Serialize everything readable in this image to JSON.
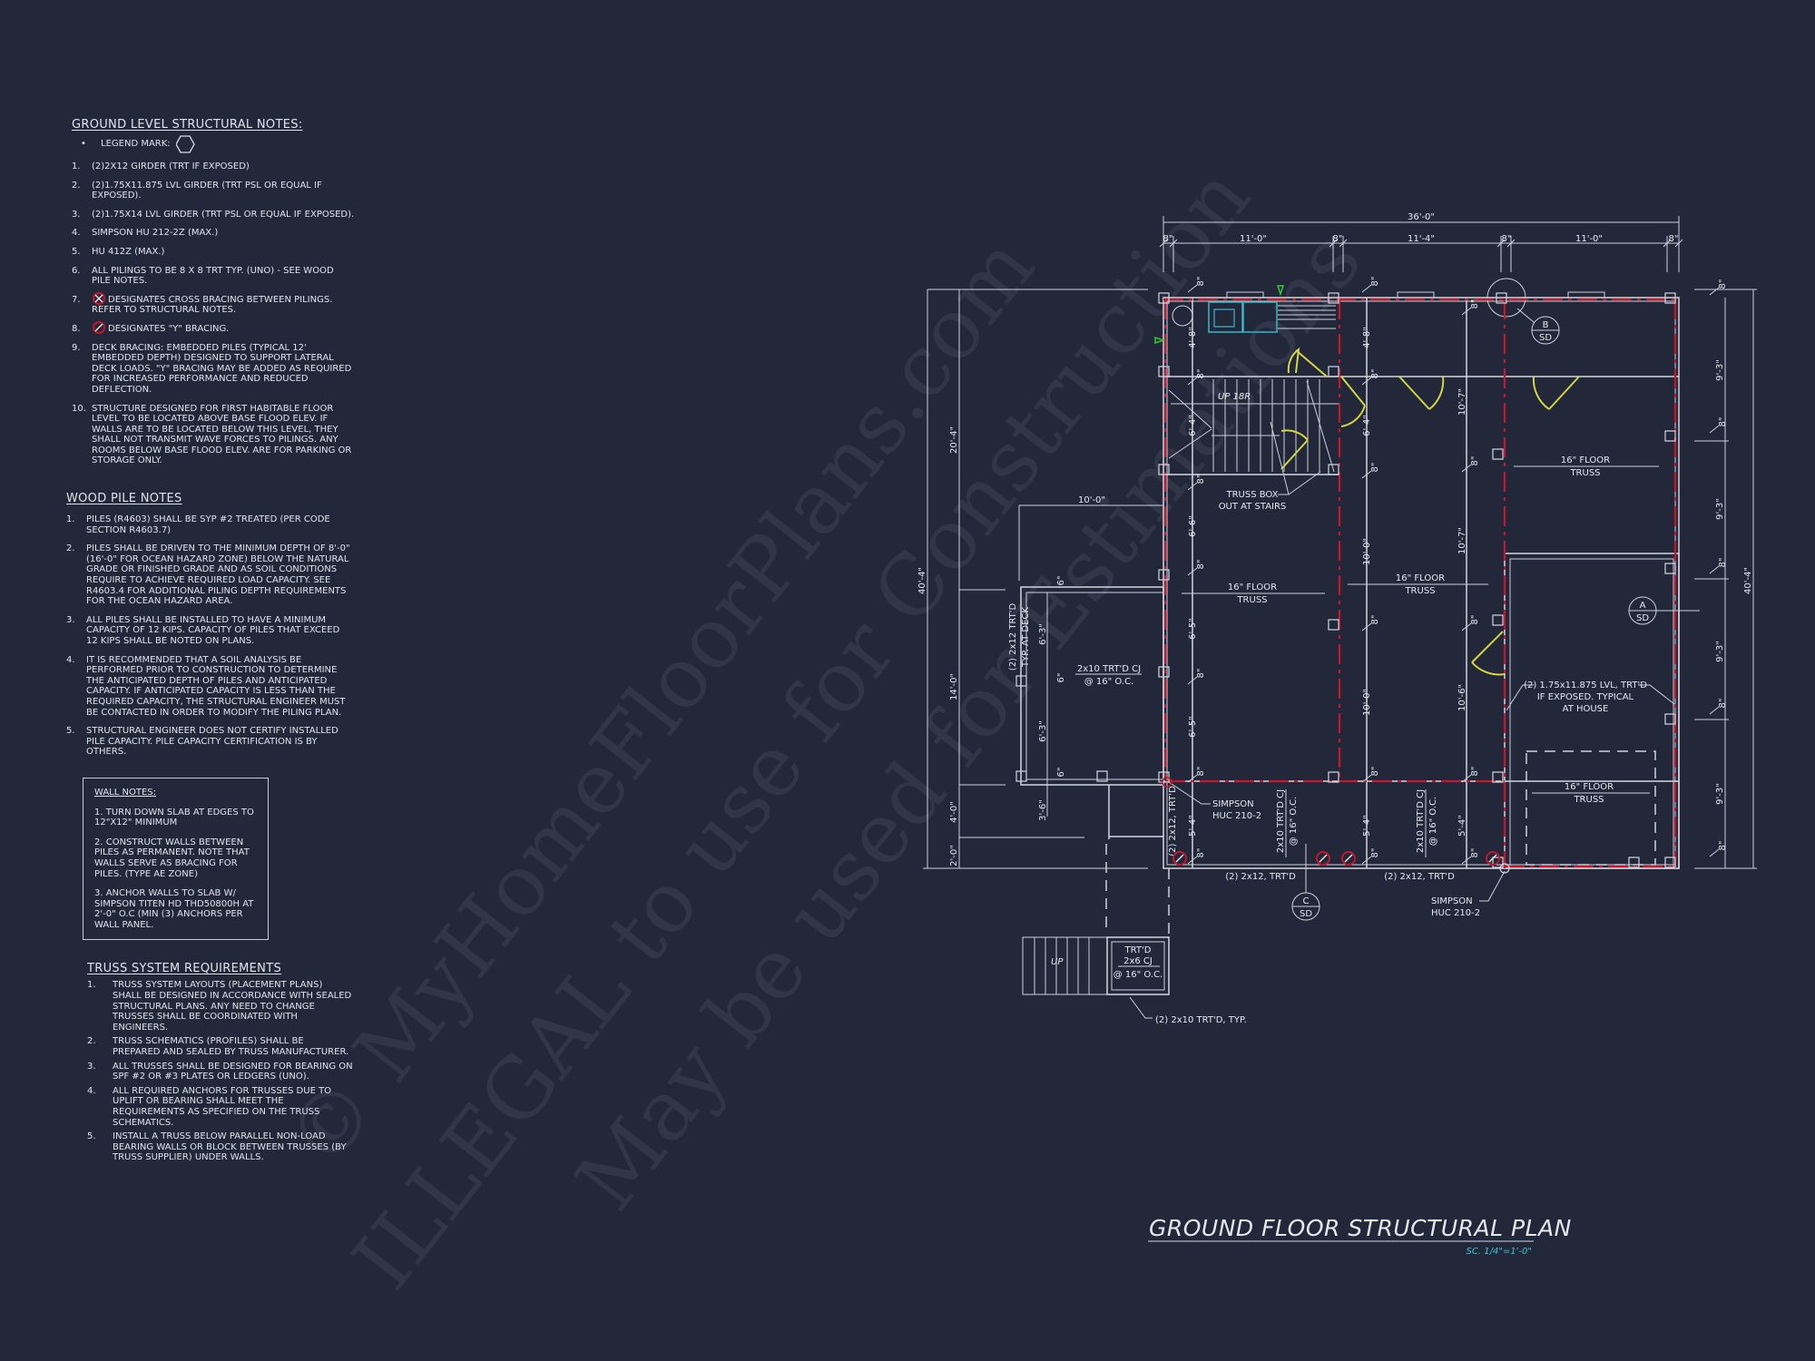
{
  "notes": {
    "ground_level": {
      "title": "GROUND LEVEL STRUCTURAL NOTES:",
      "legend_label": "LEGEND MARK:",
      "items": [
        {
          "n": "1.",
          "text": "(2)2X12 GIRDER (TRT IF EXPOSED)"
        },
        {
          "n": "2.",
          "text": "(2)1.75x11.875 LVL GIRDER (TRT PSL OR EQUAL IF EXPOSED)."
        },
        {
          "n": "3.",
          "text": "(2)1.75x14 LVL GIRDER (TRT PSL OR EQUAL IF EXPOSED)."
        },
        {
          "n": "4.",
          "text": "SIMPSON HU 212-2Z (MAX.)"
        },
        {
          "n": "5.",
          "text": "HU 412Z (MAX.)"
        },
        {
          "n": "6.",
          "text": "ALL PILINGS TO BE 8 x 8 TRT TYP. (UNO) - SEE WOOD PILE NOTES."
        },
        {
          "n": "7.",
          "text": "DESIGNATES CROSS BRACING BETWEEN PILINGS. REFER TO STRUCTURAL NOTES."
        },
        {
          "n": "8.",
          "text": "DESIGNATES \"Y\" BRACING."
        },
        {
          "n": "9.",
          "text": "DECK BRACING: EMBEDDED PILES (TYPICAL 12' EMBEDDED DEPTH) DESIGNED TO SUPPORT LATERAL DECK LOADS. \"Y\" BRACING MAY BE ADDED AS REQUIRED FOR INCREASED PERFORMANCE AND REDUCED DEFLECTION."
        },
        {
          "n": "10.",
          "text": "STRUCTURE DESIGNED FOR FIRST HABITABLE FLOOR LEVEL TO BE LOCATED ABOVE BASE FLOOD ELEV. IF WALLS ARE TO BE LOCATED BELOW THIS LEVEL, THEY SHALL NOT TRANSMIT WAVE FORCES TO PILINGS. ANY ROOMS BELOW BASE FLOOD ELEV. ARE FOR PARKING OR STORAGE ONLY."
        }
      ]
    },
    "wood_pile": {
      "title": "WOOD PILE NOTES",
      "items": [
        {
          "n": "1.",
          "text": "PILES (R4603) SHALL BE SYP #2 TREATED (PER CODE SECTION R4603.7)"
        },
        {
          "n": "2.",
          "text": "PILES SHALL BE DRIVEN TO THE MINIMUM DEPTH OF 8'-0\" (16'-0\" FOR OCEAN HAZARD ZONE) BELOW THE NATURAL GRADE OR FINISHED GRADE AND AS SOIL CONDITIONS REQUIRE TO ACHIEVE REQUIRED LOAD CAPACITY. SEE R4603.4 FOR ADDITIONAL PILING DEPTH REQUIREMENTS FOR THE OCEAN HAZARD AREA."
        },
        {
          "n": "3.",
          "text": "ALL PILES SHALL BE INSTALLED TO HAVE A MINIMUM CAPACITY OF 12 KIPS. CAPACITY OF PILES THAT EXCEED 12 KIPS SHALL BE NOTED ON PLANS."
        },
        {
          "n": "4.",
          "text": "IT IS RECOMMENDED THAT A SOIL ANALYSIS BE PERFORMED PRIOR TO CONSTRUCTION TO DETERMINE THE ANTICIPATED DEPTH OF PILES AND ANTICIPATED CAPACITY. IF ANTICIPATED CAPACITY IS LESS THAN THE REQUIRED CAPACITY, THE STRUCTURAL ENGINEER MUST BE CONTACTED IN ORDER TO MODIFY THE PILING PLAN."
        },
        {
          "n": "5.",
          "text": "STRUCTURAL ENGINEER DOES NOT CERTIFY INSTALLED PILE CAPACITY. PILE CAPACITY CERTIFICATION IS BY OTHERS."
        }
      ]
    },
    "wall_notes": {
      "title": "WALL NOTES:",
      "items": [
        "1. TURN DOWN SLAB AT EDGES TO 12\"x12\" MINIMUM",
        "2. CONSTRUCT WALLS BETWEEN PILES AS PERMANENT. NOTE THAT WALLS SERVE AS BRACING FOR PILES. (TYPE AE ZONE)",
        "3. ANCHOR WALLS TO SLAB W/ SIMPSON TITEN HD THD50800H AT 2'-0\" O.C (MIN (3) ANCHORS PER WALL PANEL."
      ]
    },
    "truss": {
      "title": "TRUSS SYSTEM REQUIREMENTS",
      "items": [
        {
          "n": "1.",
          "text": "TRUSS SYSTEM LAYOUTS (PLACEMENT PLANS) SHALL BE DESIGNED IN ACCORDANCE WITH SEALED STRUCTURAL PLANS. ANY NEED TO CHANGE TRUSSES SHALL BE COORDINATED WITH ENGINEERS."
        },
        {
          "n": "2.",
          "text": "TRUSS SCHEMATICS (PROFILES) SHALL BE PREPARED AND SEALED BY TRUSS MANUFACTURER."
        },
        {
          "n": "3.",
          "text": "ALL TRUSSES SHALL BE DESIGNED FOR BEARING ON SPF #2 OR #3 PLATES OR LEDGERS (UNO)."
        },
        {
          "n": "4.",
          "text": "ALL REQUIRED ANCHORS FOR TRUSSES DUE TO UPLIFT OR BEARING SHALL MEET THE REQUIREMENTS AS SPECIFIED ON THE TRUSS SCHEMATICS."
        },
        {
          "n": "5.",
          "text": "INSTALL A TRUSS BELOW PARALLEL NON-LOAD BEARING WALLS OR BLOCK BETWEEN TRUSSES (BY TRUSS SUPPLIER) UNDER WALLS."
        }
      ]
    }
  },
  "plan": {
    "title": "GROUND FLOOR STRUCTURAL PLAN",
    "scale": "SC. 1/4\"=1'-0\"",
    "dims": {
      "overall_width": "36'-0\"",
      "top": [
        "8\"",
        "11'-0\"",
        "8\"",
        "11'-4\"",
        "8\"",
        "11'-0\"",
        "8\""
      ],
      "overall_depth_left": "40'-4\"",
      "overall_depth_right": "40'-4\"",
      "left": [
        "20'-4\"",
        "14'-0\"",
        "4'-0\"",
        "2'-0\""
      ],
      "deck_width": "10'-0\"",
      "deck": [
        "6'-3\"",
        "6'-3\"",
        "3'-6\"",
        "6\""
      ],
      "right": [
        "9'-3\"",
        "9'-3\"",
        "9'-3\"",
        "9'-3\""
      ],
      "col1": [
        "4'-8\"",
        "6'-4\"",
        "6'-6\"",
        "6'-5\"",
        "6'-5\"",
        "5'-4\""
      ],
      "col2": [
        "4'-8\"",
        "6'-4\"",
        "10'-0\"",
        "10'-0\"",
        "5'-4\""
      ],
      "col3": [
        "10'-7\"",
        "10'-7\"",
        "10'-6\"",
        "5'-4\""
      ],
      "pier": "8\""
    },
    "labels": {
      "stair_up": "UP 18R",
      "truss_box_1": "TRUSS BOX",
      "truss_box_2": "OUT AT STAIRS",
      "floor_truss_1": "16\" FLOOR",
      "floor_truss_2": "TRUSS",
      "deck_cj_1": "2x10 TRT'D CJ",
      "deck_cj_2": "@ 16\" O.C.",
      "deck_girder_1": "(2) 2x12 TRT'D",
      "deck_girder_2": "TYP. AT DECK",
      "simpson_1": "SIMPSON",
      "simpson_2": "HUC 210-2",
      "girder_2x12": "(2) 2x12, TRT'D",
      "cj_vertical_1": "2x10 TRT'D CJ",
      "cj_vertical_2": "@ 16\" O.C.",
      "lvl_1": "(2) 1.75x11.875 LVL, TRT'D",
      "lvl_2": "IF EXPOSED. TYPICAL",
      "lvl_3": "AT HOUSE",
      "landing_1": "TRT'D",
      "landing_2": "2x6 CJ",
      "landing_3": "@ 16\" O.C.",
      "stair_up_small": "UP",
      "rim_2x10": "(2) 2x10 TRT'D, TYP."
    },
    "sections": [
      {
        "letter": "B",
        "sheet": "SD"
      },
      {
        "letter": "A",
        "sheet": "SD"
      },
      {
        "letter": "C",
        "sheet": "SD"
      }
    ],
    "colors": {
      "beam": "#c4182c",
      "door": "#d6d640",
      "fixture": "#3ab8c8",
      "marker": "#33cc33",
      "scale": "#3cc8d8"
    }
  },
  "watermark": {
    "line1": "© MyHomeFloorPlans.com",
    "line2": "ILLEGAL to use for Construction",
    "line3": "May be used for Estimations"
  }
}
